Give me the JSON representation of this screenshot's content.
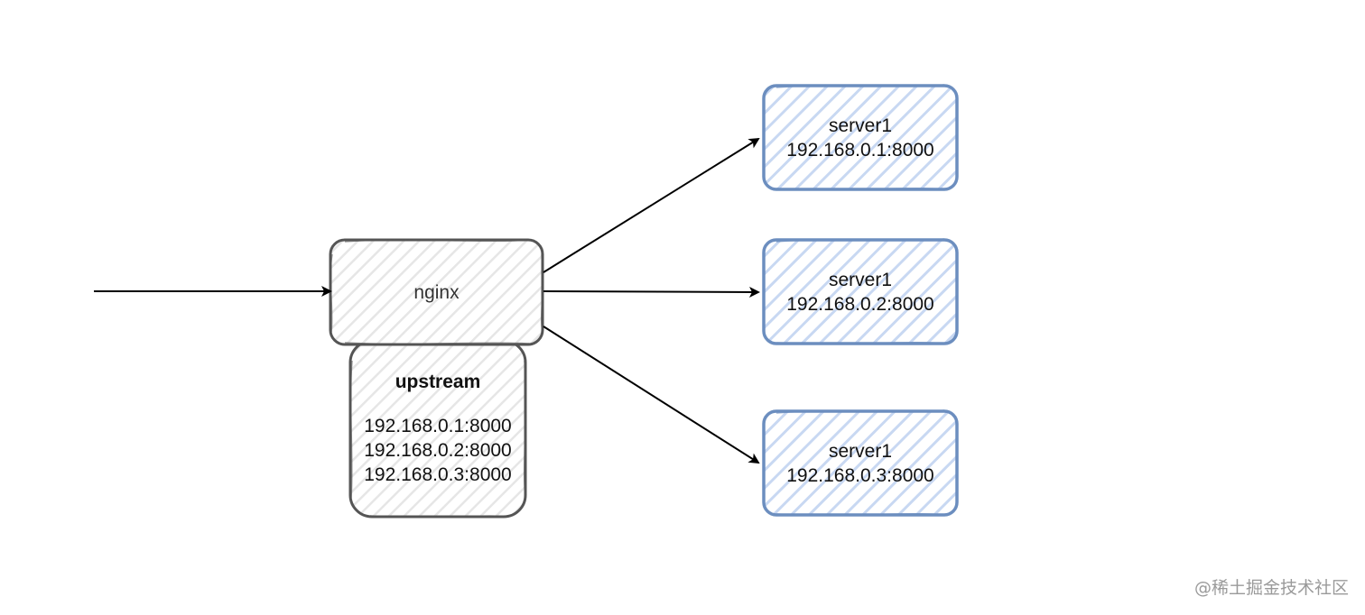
{
  "nodes": {
    "nginx": {
      "label": "nginx"
    },
    "upstream": {
      "title": "upstream",
      "entries": [
        "192.168.0.1:8000",
        "192.168.0.2:8000",
        "192.168.0.3:8000"
      ]
    },
    "servers": [
      {
        "name": "server1",
        "address": "192.168.0.1:8000"
      },
      {
        "name": "server1",
        "address": "192.168.0.2:8000"
      },
      {
        "name": "server1",
        "address": "192.168.0.3:8000"
      }
    ]
  },
  "watermark": "@稀土掘金技术社区",
  "colors": {
    "gray_stroke": "#555555",
    "gray_hatch": "#e4e4e4",
    "blue_stroke": "#6c8ebf",
    "blue_hatch": "#c9d9f2",
    "arrow": "#000000"
  }
}
